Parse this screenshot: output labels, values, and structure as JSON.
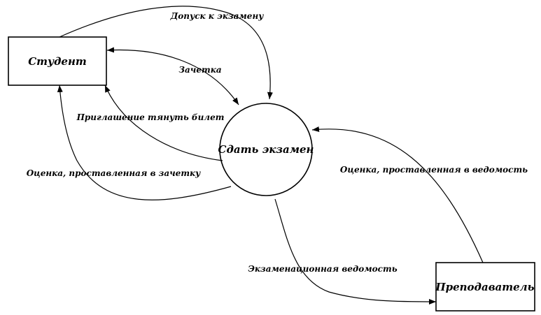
{
  "entities": {
    "student": "Студент",
    "teacher": "Преподаватель"
  },
  "process": {
    "label": "Сдать экзамен"
  },
  "flows": {
    "admission": "Допуск к экзамену",
    "gradebook": "Зачетка",
    "invitation": "Приглашение тянуть билет",
    "grade_in_gradebook": "Оценка, проставленная в зачетку",
    "grade_in_sheet": "Оценка, проставленная в ведомость",
    "exam_sheet": "Экзаменационная ведомость"
  },
  "colors": {
    "line": "#000000",
    "background": "#ffffff"
  }
}
